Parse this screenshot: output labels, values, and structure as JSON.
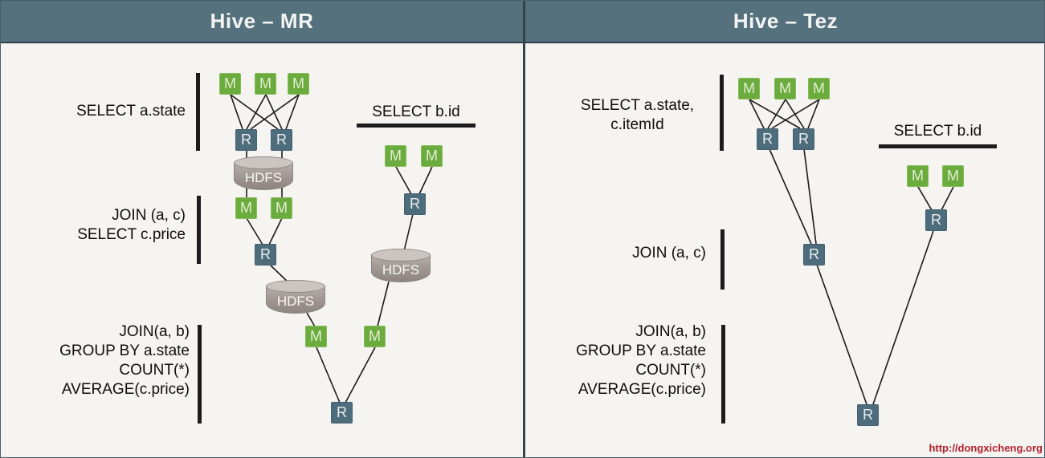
{
  "headers": {
    "left": "Hive – MR",
    "right": "Hive – Tez"
  },
  "node_labels": {
    "map": "M",
    "reduce": "R",
    "hdfs": "HDFS"
  },
  "left_panel": {
    "stage1_label": "SELECT a.state",
    "stage2_label_line1": "JOIN (a, c)",
    "stage2_label_line2": "SELECT c.price",
    "stage3_label_line1": "JOIN(a, b)",
    "stage3_label_line2": "GROUP BY a.state",
    "stage3_label_line3": "COUNT(*)",
    "stage3_label_line4": "AVERAGE(c.price)",
    "branch_label": "SELECT b.id"
  },
  "right_panel": {
    "stage1_label_line1": "SELECT a.state,",
    "stage1_label_line2": "c.itemId",
    "stage2_label": "JOIN (a, c)",
    "stage3_label_line1": "JOIN(a, b)",
    "stage3_label_line2": "GROUP BY a.state",
    "stage3_label_line3": "COUNT(*)",
    "stage3_label_line4": "AVERAGE(c.price)",
    "branch_label": "SELECT b.id",
    "watermark": "http://dongxicheng.org"
  },
  "colors": {
    "header_bg": "#55717e",
    "panel_bg": "#f5f4f1",
    "map_green": "#6cab3e",
    "reduce_slate": "#4e6d7c",
    "hdfs_gray": "#9c938f",
    "edge_black": "#1b1b1b",
    "watermark_red": "#b41f2b"
  }
}
